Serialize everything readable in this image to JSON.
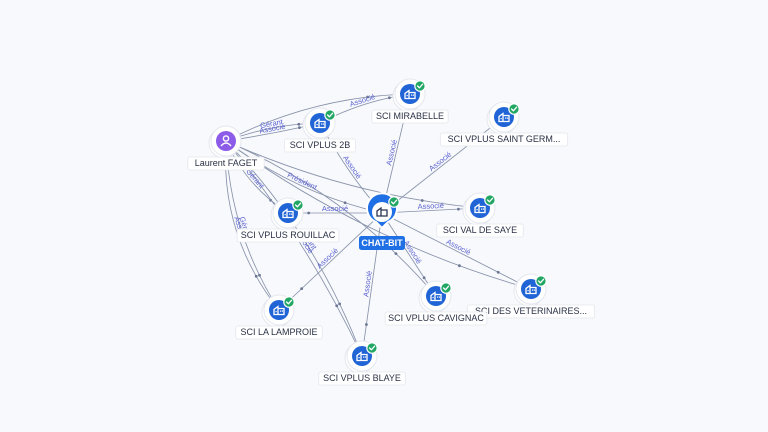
{
  "nodes": [
    {
      "id": "center",
      "label": "CHAT-BIT",
      "kind": "center",
      "icon": "building-icon"
    },
    {
      "id": "person",
      "label": "Laurent FAGET",
      "kind": "person",
      "icon": "person-icon"
    },
    {
      "id": "vplus2b",
      "label": "SCI VPLUS 2B",
      "kind": "company",
      "icon": "building-icon",
      "verified": true
    },
    {
      "id": "mirabelle",
      "label": "SCI MIRABELLE",
      "kind": "company",
      "icon": "building-icon",
      "verified": true
    },
    {
      "id": "saintgerm",
      "label": "SCI VPLUS SAINT GERM...",
      "kind": "company",
      "icon": "building-icon",
      "verified": true
    },
    {
      "id": "valdesaye",
      "label": "SCI VAL DE SAYE",
      "kind": "company",
      "icon": "building-icon",
      "verified": true
    },
    {
      "id": "veterinaires",
      "label": "SCI DES VETERINAIRES...",
      "kind": "company",
      "icon": "building-icon",
      "verified": true
    },
    {
      "id": "cavignac",
      "label": "SCI VPLUS CAVIGNAC",
      "kind": "company",
      "icon": "building-icon",
      "verified": true
    },
    {
      "id": "blaye",
      "label": "SCI VPLUS BLAYE",
      "kind": "company",
      "icon": "building-icon",
      "verified": true
    },
    {
      "id": "lamproie",
      "label": "SCI LA LAMPROIE",
      "kind": "company",
      "icon": "building-icon",
      "verified": true
    },
    {
      "id": "rouillac",
      "label": "SCI VPLUS ROUILLAC",
      "kind": "company",
      "icon": "building-icon",
      "verified": true
    }
  ],
  "edges": [
    {
      "from": "center",
      "to": "mirabelle",
      "label": "Associé"
    },
    {
      "from": "center",
      "to": "saintgerm",
      "label": "Associé"
    },
    {
      "from": "center",
      "to": "valdesaye",
      "label": "Associé"
    },
    {
      "from": "center",
      "to": "veterinaires",
      "label": "Associé"
    },
    {
      "from": "center",
      "to": "cavignac",
      "label": "Associé"
    },
    {
      "from": "center",
      "to": "blaye",
      "label": "Associé"
    },
    {
      "from": "center",
      "to": "lamproie",
      "label": "Associé"
    },
    {
      "from": "center",
      "to": "rouillac",
      "label": "Associé"
    },
    {
      "from": "center",
      "to": "vplus2b",
      "label": "Associé"
    },
    {
      "from": "person",
      "to": "center",
      "label": "Président"
    },
    {
      "from": "person",
      "to": "vplus2b",
      "label": "Gérant"
    },
    {
      "from": "person",
      "to": "vplus2b",
      "label": "Associé"
    },
    {
      "from": "person",
      "to": "mirabelle",
      "label": ""
    },
    {
      "from": "person",
      "to": "rouillac",
      "label": "Gérant"
    },
    {
      "from": "person",
      "to": "lamproie",
      "label": "Gérant"
    },
    {
      "from": "person",
      "to": "lamproie",
      "label": "Associé"
    },
    {
      "from": "person",
      "to": "blaye",
      "label": "Gérant"
    },
    {
      "from": "person",
      "to": "blaye",
      "label": "Associé"
    },
    {
      "from": "person",
      "to": "cavignac",
      "label": ""
    },
    {
      "from": "person",
      "to": "valdesaye",
      "label": ""
    },
    {
      "from": "person",
      "to": "veterinaires",
      "label": ""
    },
    {
      "from": "vplus2b",
      "to": "mirabelle",
      "label": "Associé"
    }
  ]
}
